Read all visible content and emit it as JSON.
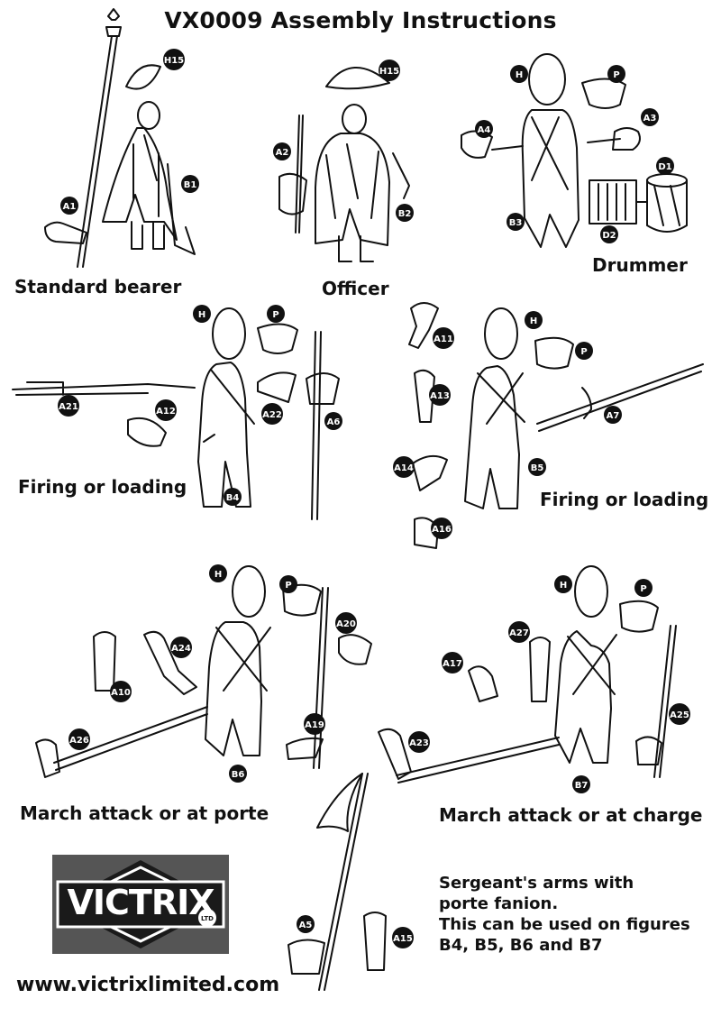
{
  "title": "VX0009 Assembly Instructions",
  "sections": {
    "standard_bearer": "Standard bearer",
    "officer": "Officer",
    "drummer": "Drummer",
    "firing_left": "Firing or loading",
    "firing_right": "Firing or loading",
    "march_porte": "March attack or at porte",
    "march_charge": "March attack or at charge"
  },
  "part_badges": [
    "H15",
    "B1",
    "A1",
    "H15",
    "A2",
    "B2",
    "H",
    "P",
    "A4",
    "A3",
    "B3",
    "D1",
    "D2",
    "H",
    "P",
    "A21",
    "A12",
    "A22",
    "A6",
    "B4",
    "H",
    "P",
    "A11",
    "A13",
    "A7",
    "A14",
    "B5",
    "A16",
    "H",
    "P",
    "A20",
    "A24",
    "A10",
    "A26",
    "A19",
    "B6",
    "H",
    "P",
    "A27",
    "A17",
    "A25",
    "A23",
    "B7",
    "A5",
    "A15"
  ],
  "note": {
    "lines": [
      "Sergeant's arms with",
      "porte fanion.",
      "This can be used on figures",
      "B4, B5, B6 and B7"
    ]
  },
  "logo": {
    "text": "VICTRIX",
    "sub": "LTD"
  },
  "url": "www.victrixlimited.com"
}
